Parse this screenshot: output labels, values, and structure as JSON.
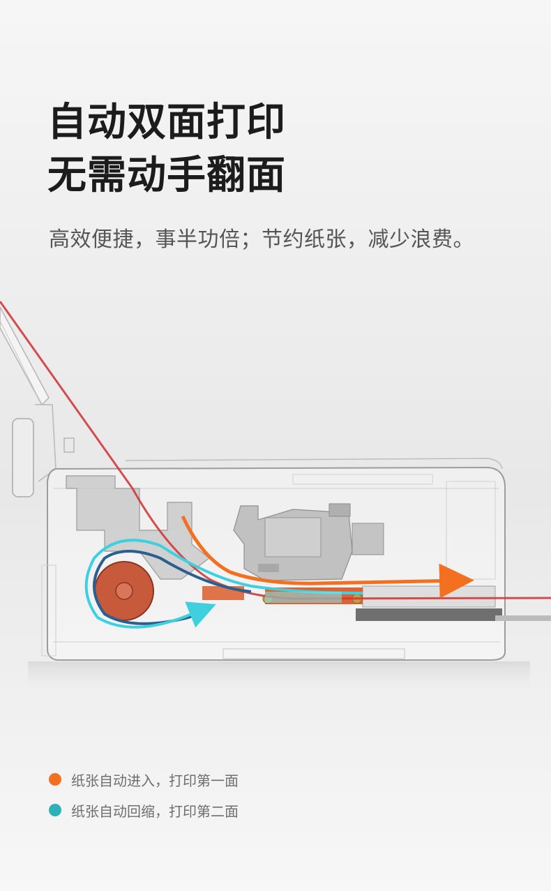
{
  "headline": {
    "line1": "自动双面打印",
    "line2": "无需动手翻面"
  },
  "subtitle": "高效便捷，事半功倍；节约纸张，减少浪费。",
  "legend": [
    {
      "label": "纸张自动进入，打印第一面",
      "color": "#f37021"
    },
    {
      "label": "纸张自动回缩，打印第二面",
      "color": "#2bb1b6"
    }
  ]
}
